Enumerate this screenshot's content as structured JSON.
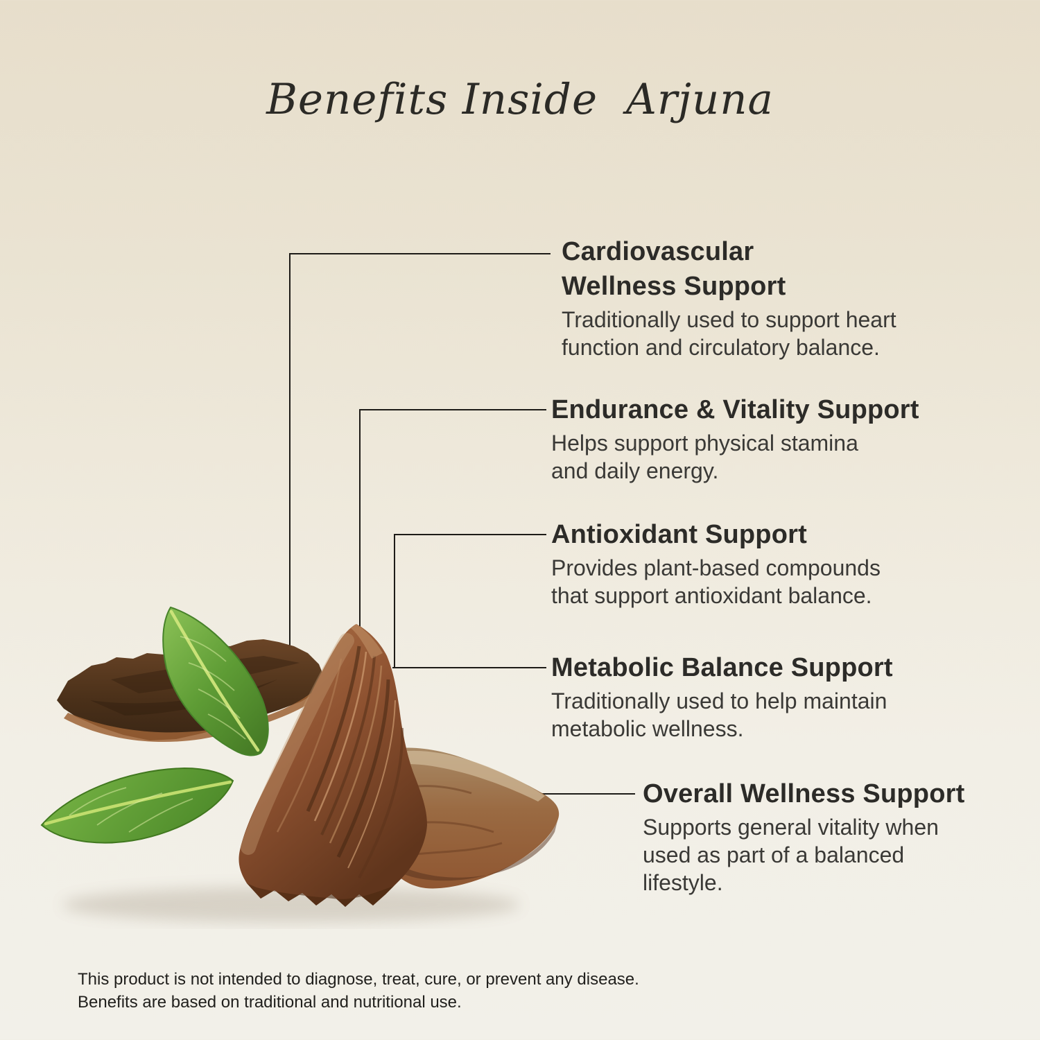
{
  "title": "Benefits Inside  Arjuna",
  "benefits": [
    {
      "id": "cardiovascular",
      "heading_lines": [
        "Cardiovascular",
        "Wellness Support"
      ],
      "body_lines": [
        "Traditionally used to support heart",
        "function and circulatory balance."
      ]
    },
    {
      "id": "endurance",
      "heading_lines": [
        "Endurance & Vitality Support"
      ],
      "body_lines": [
        "Helps support physical stamina",
        "and daily energy."
      ]
    },
    {
      "id": "antioxidant",
      "heading_lines": [
        "Antioxidant Support"
      ],
      "body_lines": [
        "Provides plant-based compounds",
        "that support antioxidant balance."
      ]
    },
    {
      "id": "metabolic",
      "heading_lines": [
        "Metabolic Balance Support"
      ],
      "body_lines": [
        "Traditionally used to help maintain",
        "metabolic wellness."
      ]
    },
    {
      "id": "overall",
      "heading_lines": [
        "Overall Wellness Support"
      ],
      "body_lines": [
        "Supports general vitality when",
        "used as part of a balanced",
        "lifestyle."
      ]
    }
  ],
  "disclaimer_lines": [
    "This product is not intended to diagnose, treat, cure, or prevent any disease.",
    "Benefits are based on traditional and nutritional use."
  ],
  "image": {
    "alt": "Arjuna bark pieces with two green leaves"
  },
  "colors": {
    "background_top": "#e7decb",
    "background_bottom": "#f2f0e9",
    "leader_line": "#1d1b17",
    "heading_text": "#2c2b28",
    "body_text": "#3a3936",
    "title_text": "#2b2a26",
    "leaf_green": "#5e9c35",
    "bark_brown": "#8d5130"
  }
}
